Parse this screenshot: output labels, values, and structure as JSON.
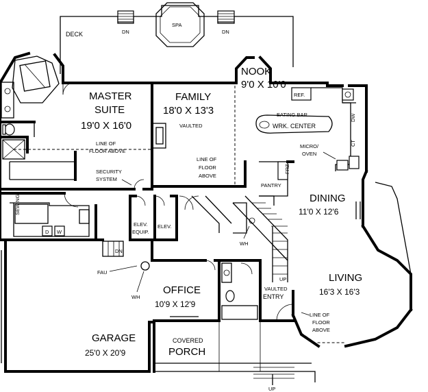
{
  "colors": {
    "ink": "#000000",
    "paper": "#ffffff"
  },
  "labels": {
    "deck": "DECK",
    "spa": "SPA",
    "dn": "DN",
    "nook_name": "NOOK",
    "nook_size": "9'0 X 10'0",
    "ref": "REF.",
    "dw": "DW",
    "ct": "CT",
    "master_name_1": "MASTER",
    "master_name_2": "SUITE",
    "master_size": "19'0 X 16'0",
    "family_name": "FAMILY",
    "family_size": "18'0 X 13'3",
    "vaulted": "VAULTED",
    "eating_bar": "EATING BAR",
    "wrk_center": "WRK. CENTER",
    "micro_oven_1": "MICRO/",
    "micro_oven_2": "OVEN",
    "line_1": "LINE OF",
    "line_2": "FLOOR ABOVE",
    "line_v1": "LINE OF",
    "line_v2": "FLOOR",
    "line_v3": "ABOVE",
    "security_1": "SECURITY",
    "security_2": "SYSTEM",
    "pantry": "PANTRY",
    "frz": "FRZ",
    "dining_name": "DINING",
    "dining_size": "11'0 X 12'6",
    "sewing": "SEWING",
    "d": "D",
    "w": "W",
    "elev_equip_1": "ELEV.",
    "elev_equip_2": "EQUIP.",
    "elev": "ELEV.",
    "wh": "WH",
    "fau": "FAU",
    "up": "UP",
    "living_name": "LIVING",
    "living_size": "16'3 X 16'3",
    "office_name": "OFFICE",
    "office_size": "10'9 X 12'9",
    "vaulted_entry_1": "VAULTED",
    "vaulted_entry_2": "ENTRY",
    "garage_name": "GARAGE",
    "garage_size": "25'0 X 20'9",
    "covered_1": "COVERED",
    "covered_2": "PORCH"
  }
}
